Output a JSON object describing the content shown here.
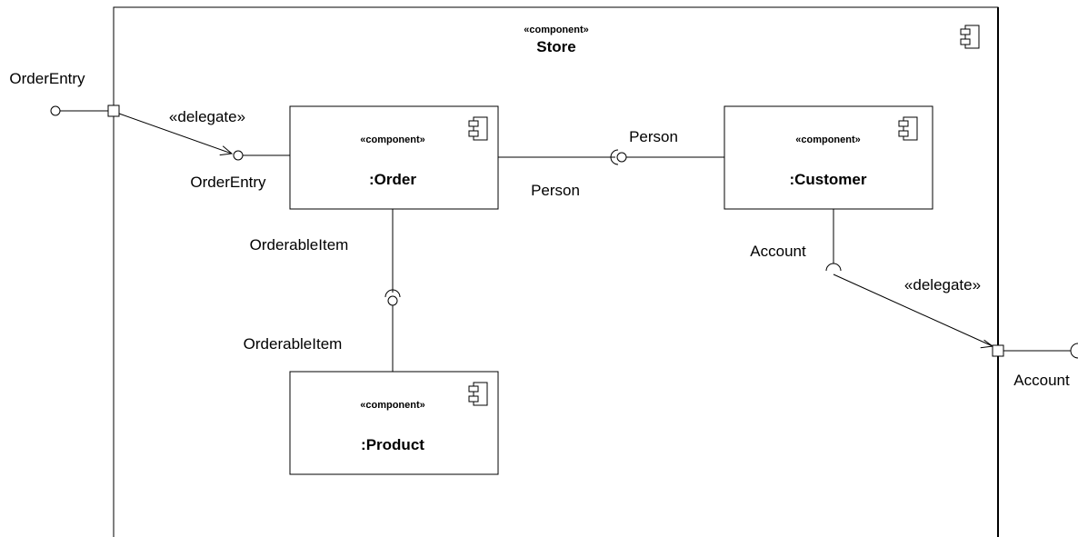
{
  "store": {
    "stereotype": "«component»",
    "name": "Store"
  },
  "components": {
    "order": {
      "stereotype": "«component»",
      "name": ":Order"
    },
    "customer": {
      "stereotype": "«component»",
      "name": ":Customer"
    },
    "product": {
      "stereotype": "«component»",
      "name": ":Product"
    }
  },
  "labels": {
    "order_entry_external": "OrderEntry",
    "order_entry_internal": "OrderEntry",
    "delegate_left": "«delegate»",
    "delegate_right": "«delegate»",
    "person_provided": "Person",
    "person_required": "Person",
    "orderable_item_required": "OrderableItem",
    "orderable_item_provided": "OrderableItem",
    "account_required": "Account",
    "account_external": "Account"
  },
  "colors": {
    "line": "#000000",
    "background": "#ffffff"
  }
}
